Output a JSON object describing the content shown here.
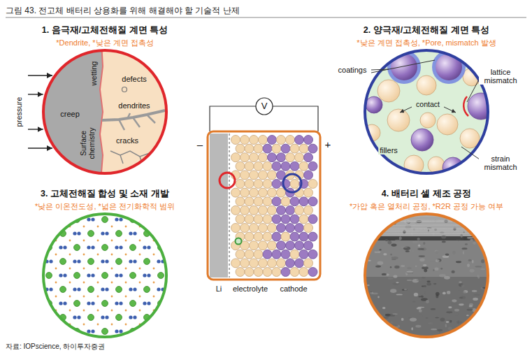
{
  "diagram": {
    "title": "그림 43. 전고체 배터리 상용화를 위해 해결해야 할 기술적 난제",
    "caption": "자료: IOPscience, 하이투자증권",
    "nodes": [
      {
        "text": [
          "1. 음극재/고체전해질 계면 특성",
          "*Dendrite, *낮은 계면 접촉성"
        ]
      },
      {
        "text": [
          "2. 양극재/고체전해질 계면 특성",
          "*낮은 계면 접촉성, *Pore, mismatch 발생"
        ]
      },
      {
        "text": [
          "V"
        ]
      },
      {
        "text": [
          "3. 고체전해질 합성 및 소재 개발",
          "*낮은 이온전도성, *넓은 전기화학적 범위"
        ]
      },
      {
        "text": [
          "4. 배터리 셀 제조 공정",
          "*가압 혹은 열처리 공정, *R2R 공정 가능 여부"
        ]
      }
    ],
    "labels": [
      "pressure",
      "wetting",
      "defects",
      "creep",
      "dendrites",
      "Surface chemistry",
      "cracks",
      "coatings",
      "lattice mismatch",
      "contact",
      "fillers",
      "strain mismatch",
      "–",
      "+",
      "Li",
      "electrolyte",
      "cathode"
    ]
  }
}
